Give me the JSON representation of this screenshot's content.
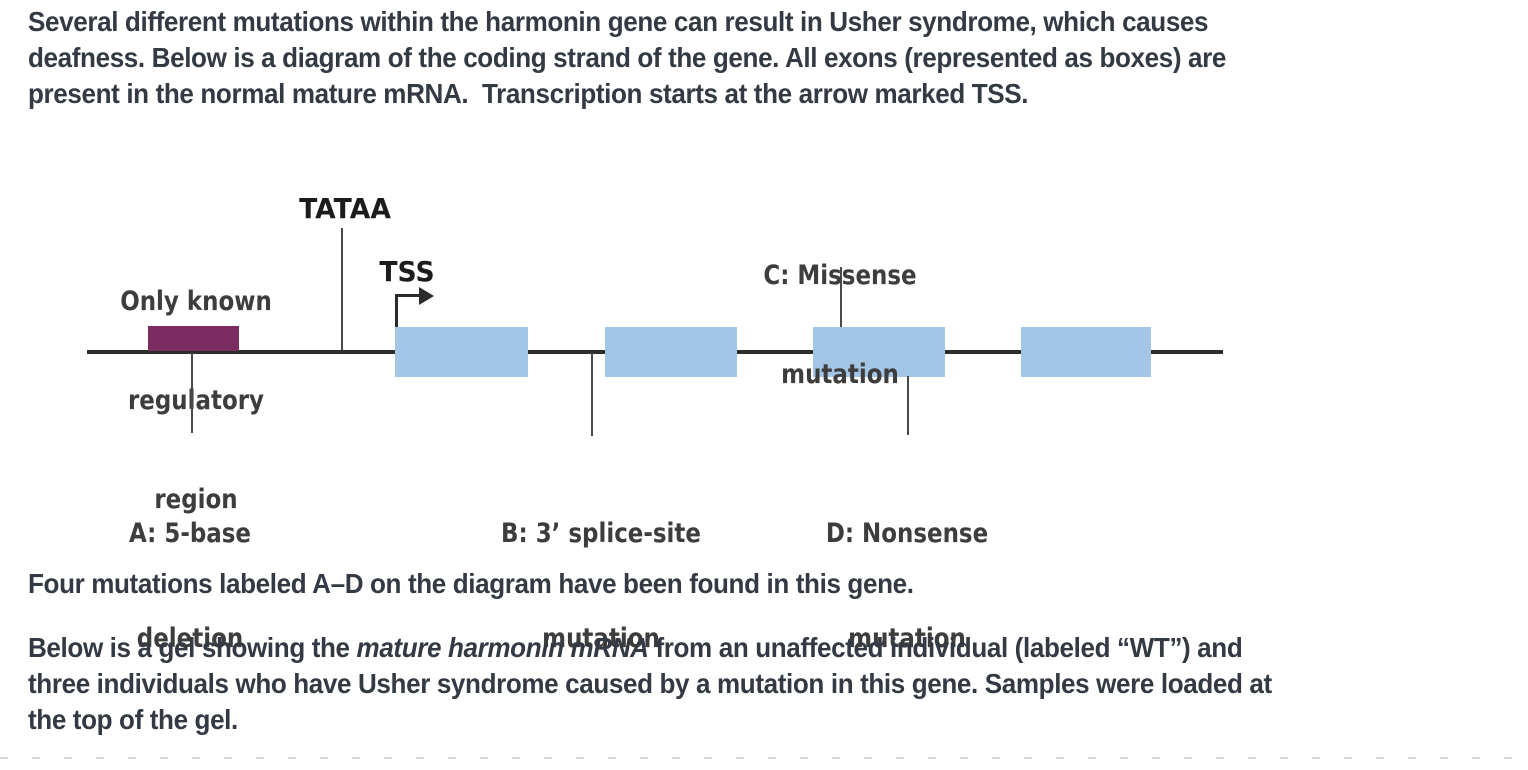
{
  "intro": {
    "lines": [
      "Several different mutations within the harmonin gene can result in Usher syndrome, which causes",
      "deafness. Below is a diagram of the coding strand of the gene. All exons (represented as boxes) are",
      "present in the normal mature mRNA.  Transcription starts at the arrow marked TSS."
    ]
  },
  "diagram": {
    "tataa_label": "TATAA",
    "tss_label": "TSS",
    "regulatory_label_lines": [
      "Only known",
      "regulatory",
      "region"
    ],
    "mutations": {
      "a": {
        "lines": [
          "A: 5-base",
          "deletion"
        ]
      },
      "b": {
        "lines": [
          "B: 3’ splice-site",
          "mutation"
        ]
      },
      "c": {
        "lines": [
          "C: Missense",
          "mutation"
        ]
      },
      "d": {
        "lines": [
          "D: Nonsense",
          "mutation"
        ]
      }
    },
    "exon_count": 4,
    "colors": {
      "regulatory_box": "#7a2b60",
      "exon_box": "#a3c6e7",
      "gene_line": "#2d2d2d",
      "tick_line": "#4a4a4a"
    }
  },
  "found_paragraph": {
    "text": "Four mutations labeled A–D on the diagram have been found in this gene."
  },
  "gel_paragraph": {
    "line1_pre": "Below is a gel showing the ",
    "line1_italic": "mature harmonin mRNA",
    "line1_post": " from an unaffected individual (labeled “WT”) and",
    "line2": "three individuals who have Usher syndrome caused by a mutation in this gene. Samples were loaded at",
    "line3": "the top of the gel."
  }
}
